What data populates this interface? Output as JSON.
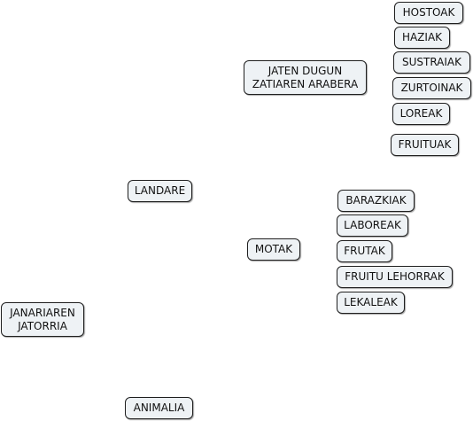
{
  "concept_map": {
    "root": "JANARIAREN\nJATORRIA",
    "landare": "LANDARE",
    "animalia": "ANIMALIA",
    "jaten_dugun": "JATEN DUGUN\nZATIAREN ARABERA",
    "motak": "MOTAK",
    "parts": [
      "HOSTOAK",
      "HAZIAK",
      "SUSTRAIAK",
      "ZURTOINAK",
      "LOREAK",
      "FRUITUAK"
    ],
    "types": [
      "BARAZKIAK",
      "LABOREAK",
      "FRUTAK",
      "FRUITU LEHORRAK",
      "LEKALEAK"
    ]
  }
}
